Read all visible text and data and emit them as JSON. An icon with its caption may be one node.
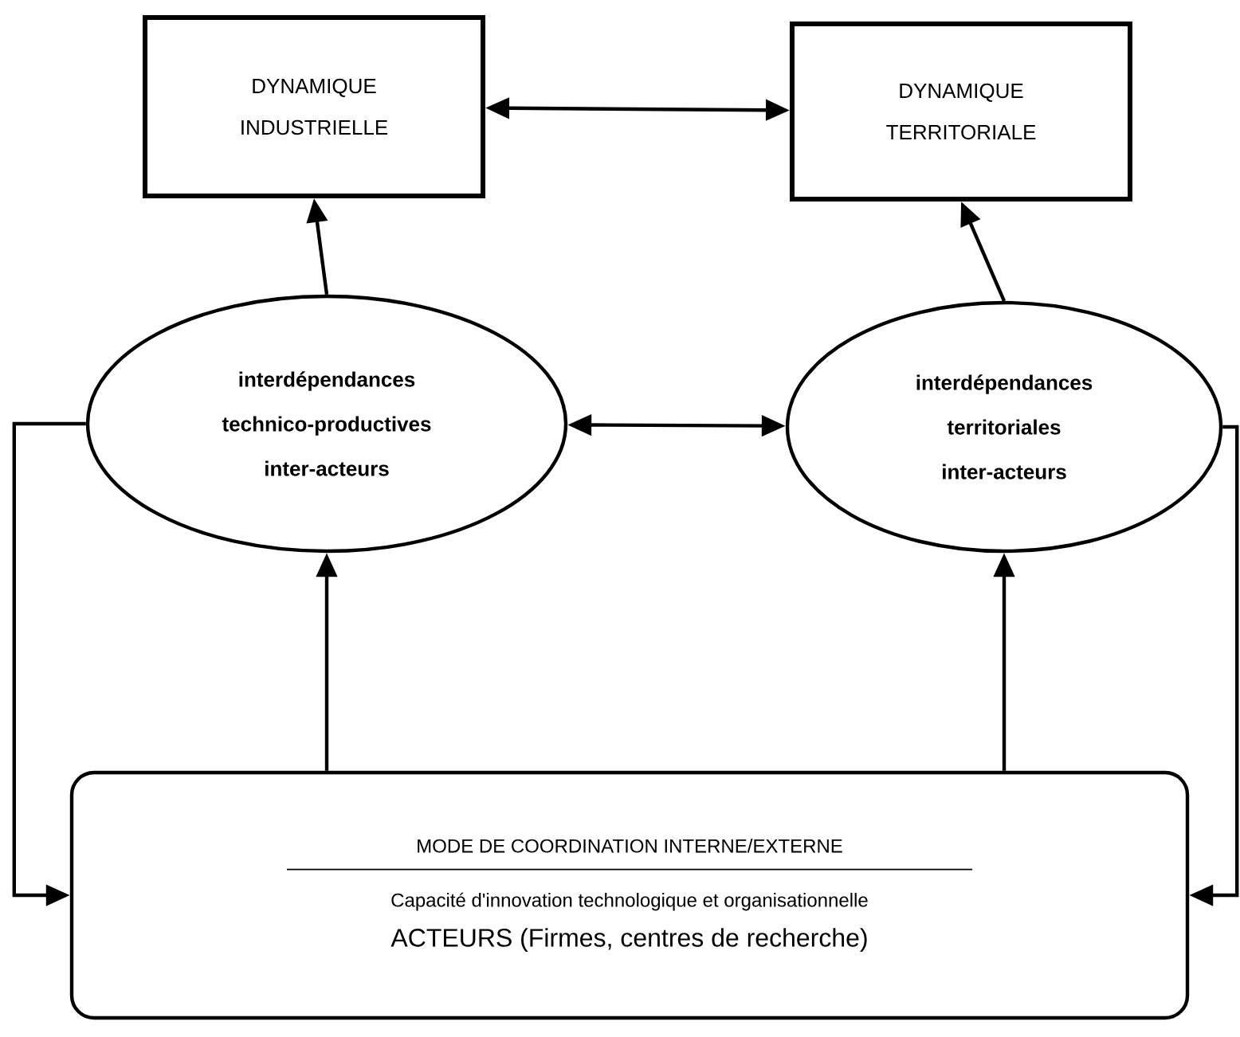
{
  "diagram": {
    "nodes": [
      {
        "text": [
          "DYNAMIQUE INDUSTRIELLE"
        ]
      },
      {
        "text": [
          "DYNAMIQUE TERRITORIALE"
        ]
      },
      {
        "text": [
          "interdépendances",
          "technico-productives",
          "inter-acteurs"
        ]
      },
      {
        "text": [
          "interdépendances",
          "territoriales",
          "inter-acteurs"
        ]
      },
      {
        "text": [
          "MODE DE COORDINATION INTERNE/EXTERNE",
          "Capacité d'innovation technologique et organisationnelle",
          "ACTEURS (Firmes, centres de recherche)"
        ]
      }
    ],
    "edges": [
      {
        "from": 0,
        "to": 1,
        "arrow": "both"
      },
      {
        "from": 2,
        "to": 0,
        "arrow": "to"
      },
      {
        "from": 3,
        "to": 1,
        "arrow": "to"
      },
      {
        "from": 2,
        "to": 3,
        "arrow": "both"
      },
      {
        "from": 4,
        "to": 2,
        "arrow": "to"
      },
      {
        "from": 4,
        "to": 3,
        "arrow": "to"
      },
      {
        "from": 2,
        "to": 4,
        "arrow": "to"
      },
      {
        "from": 3,
        "to": 4,
        "arrow": "to"
      }
    ]
  }
}
